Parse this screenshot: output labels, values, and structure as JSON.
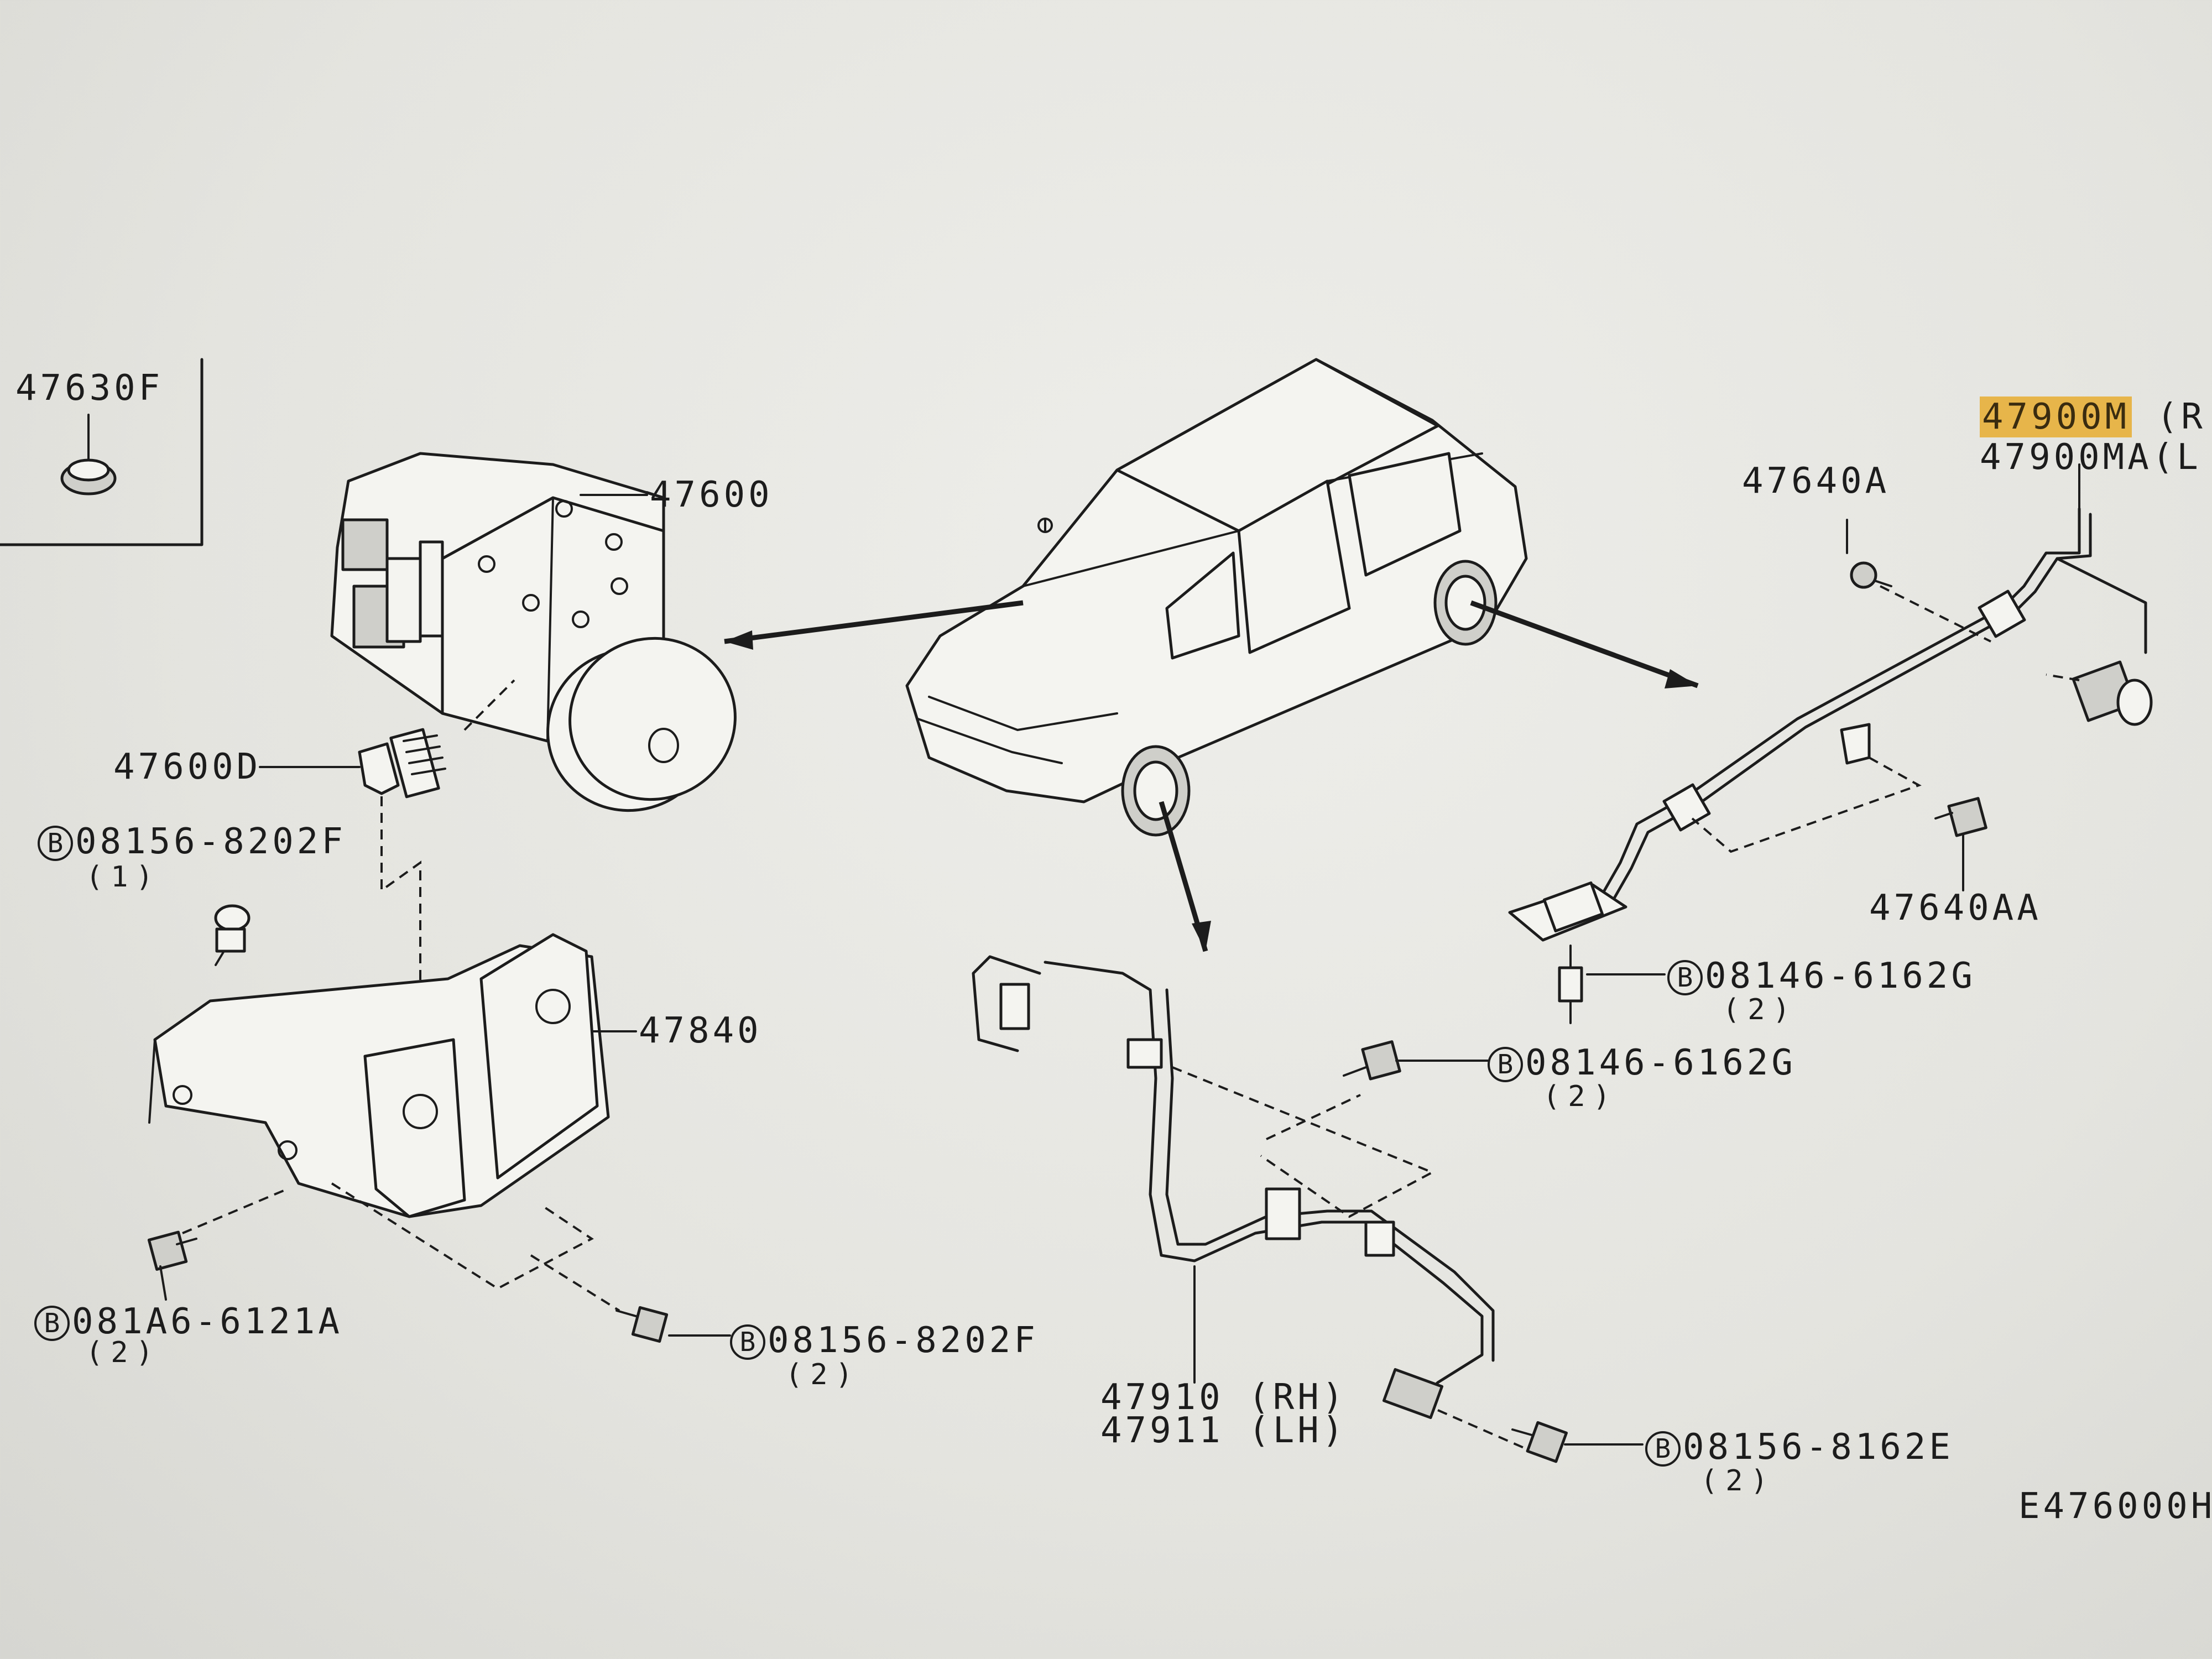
{
  "labels": {
    "p47630F": "47630F",
    "p47600": "47600",
    "p47600D": "47600D",
    "b1_part": "08156-8202F",
    "b1_qty": "(1)",
    "p47840": "47840",
    "b2_part": "081A6-6121A",
    "b2_qty": "(2)",
    "b3_part": "08156-8202F",
    "b3_qty": "(2)",
    "p47900M": "47900M",
    "p47900M_side": "(R",
    "p47900MA": "47900MA(L",
    "p47640A": "47640A",
    "p47640AA": "47640AA",
    "b4_part": "08146-6162G",
    "b4_qty": "(2)",
    "b5_part": "08146-6162G",
    "b5_qty": "(2)",
    "p47910": "47910 (RH)",
    "p47911": "47911 (LH)",
    "b6_part": "08156-8162E",
    "b6_qty": "(2)",
    "drawing_code": "E476000H"
  },
  "bolt_symbol": "B",
  "highlight_color": "#e7b54a"
}
